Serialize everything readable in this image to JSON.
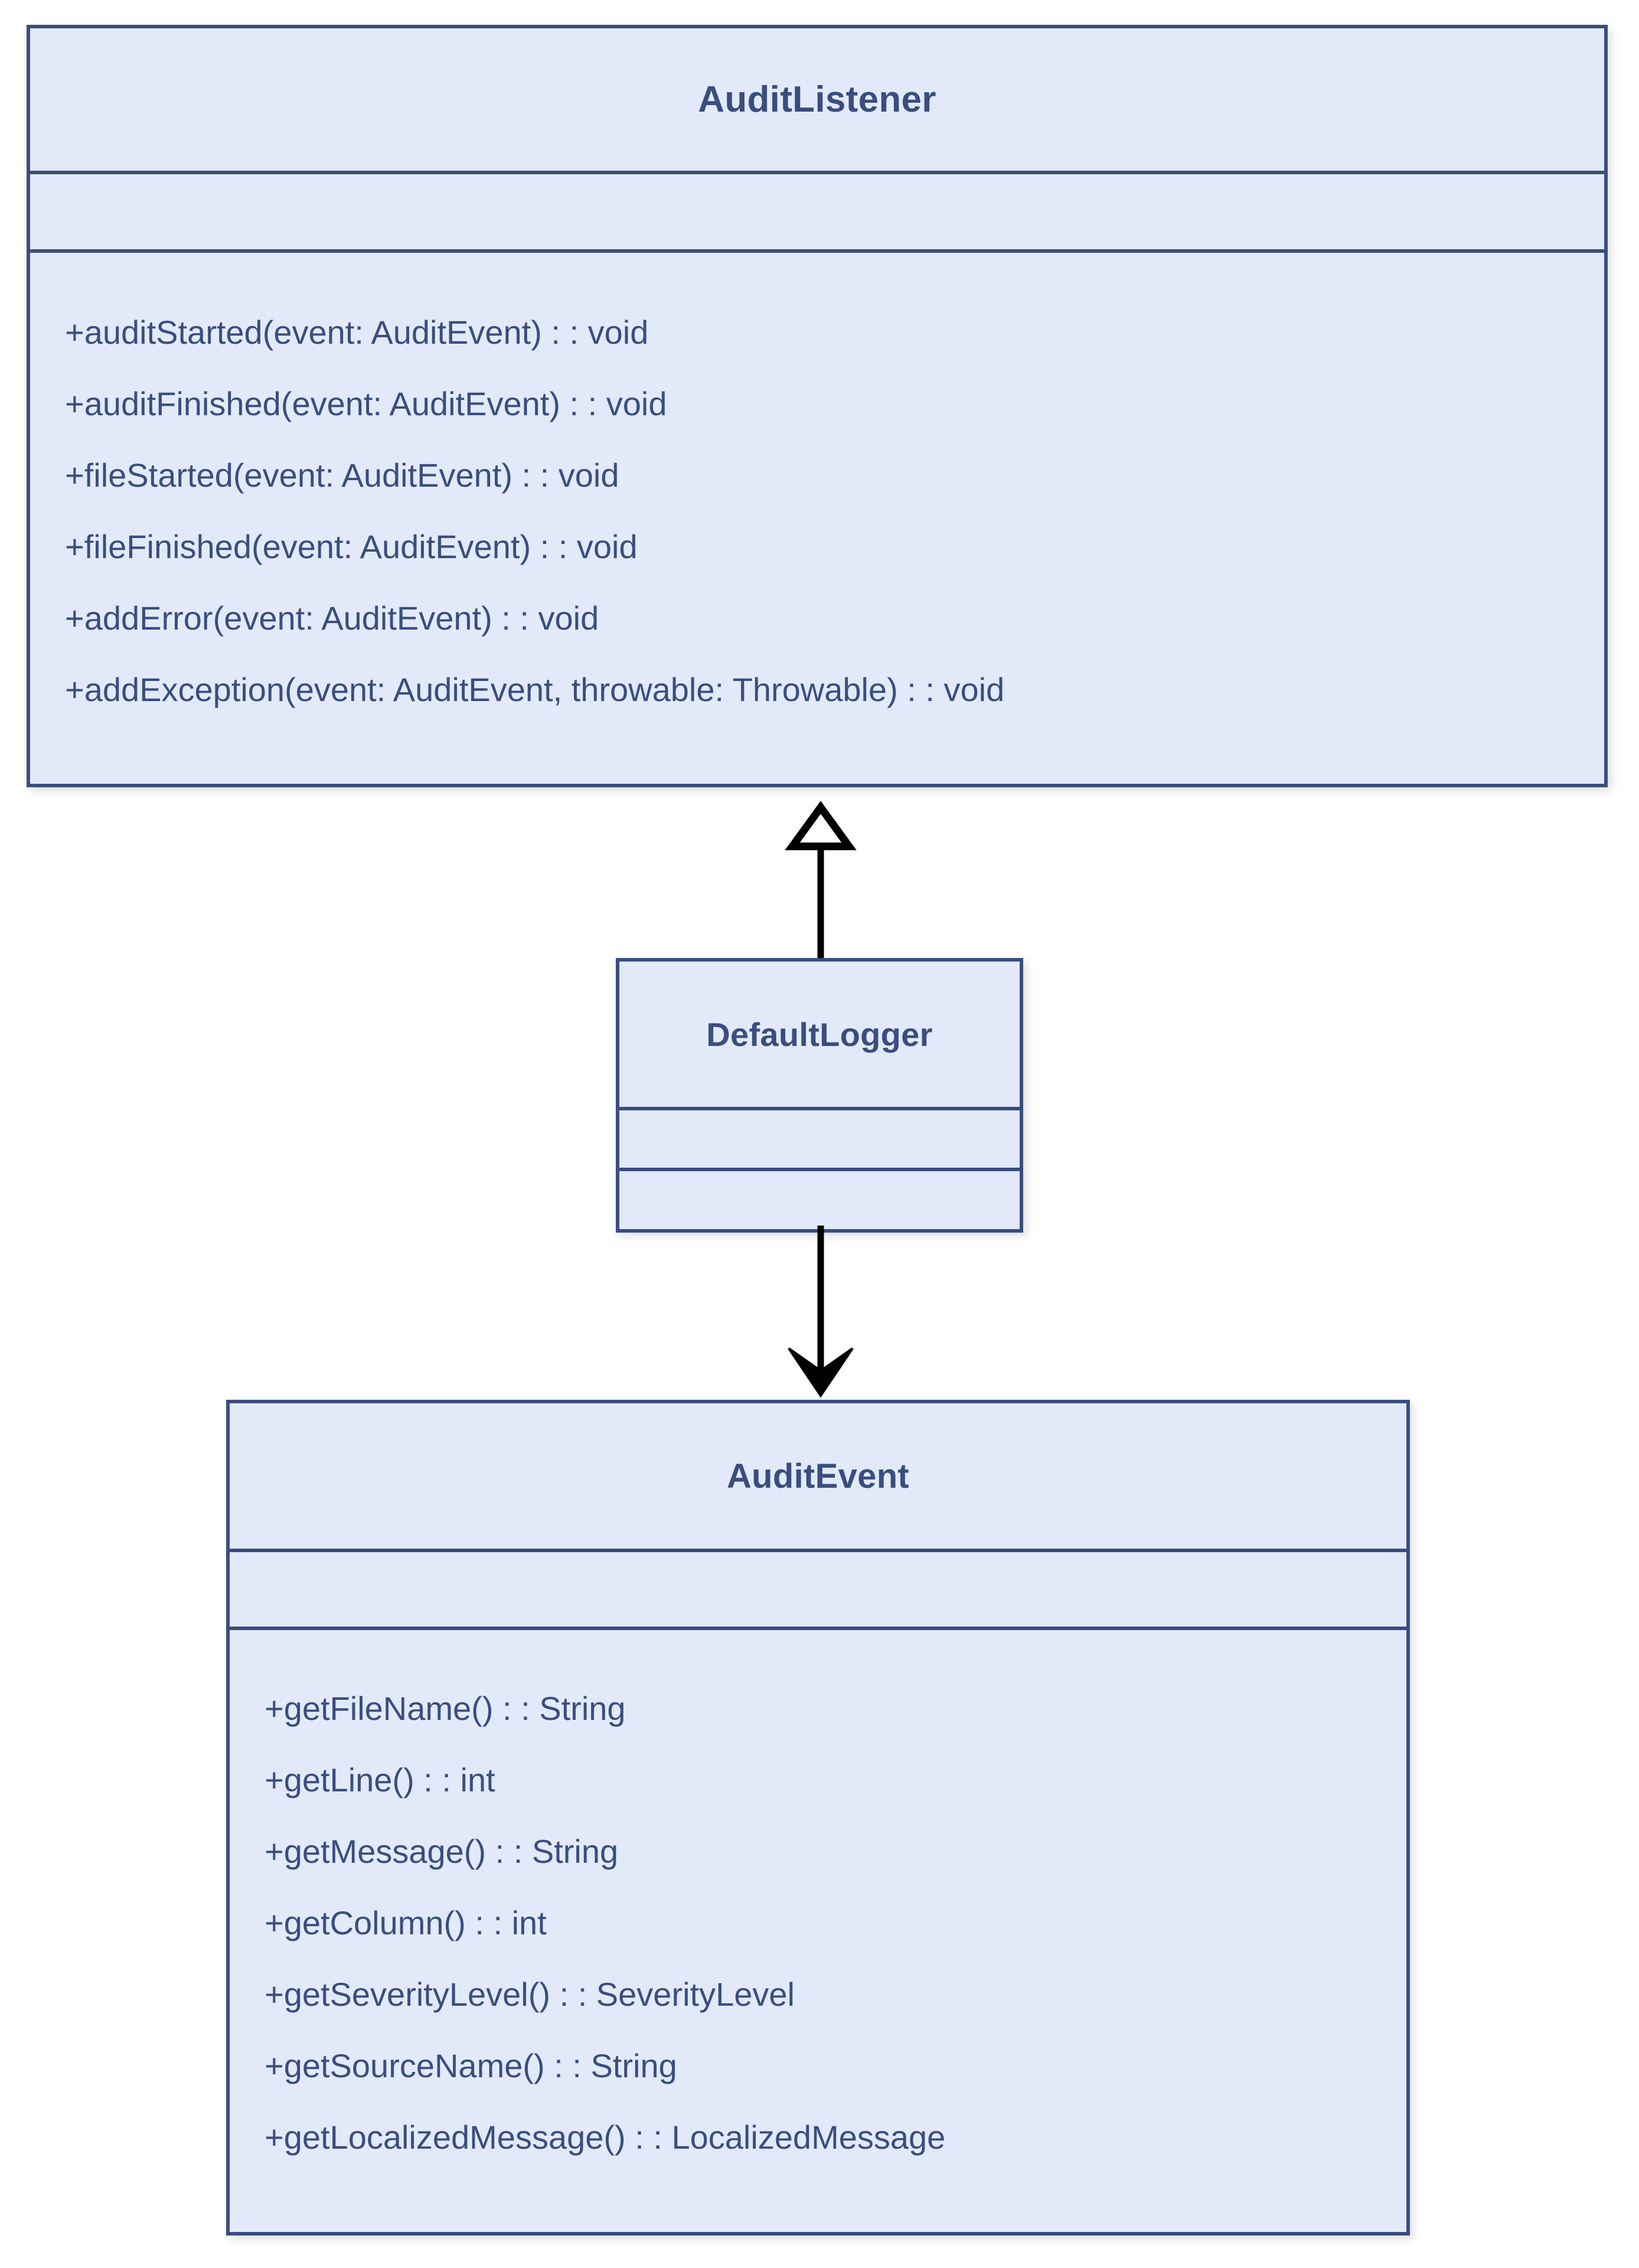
{
  "diagram": {
    "type": "uml-class-diagram",
    "background_color": "#ffffff",
    "class_fill_color": "#e2e9f8",
    "class_border_color": "#3a4e7e",
    "text_color": "#3a4e7e",
    "connector_color": "#000000"
  },
  "classes": {
    "audit_listener": {
      "name": "AuditListener",
      "attributes": [],
      "methods": [
        "+auditStarted(event: AuditEvent) : : void",
        "+auditFinished(event: AuditEvent) : : void",
        "+fileStarted(event: AuditEvent) : : void",
        "+fileFinished(event: AuditEvent) : : void",
        "+addError(event: AuditEvent) : : void",
        "+addException(event: AuditEvent, throwable: Throwable) : : void"
      ]
    },
    "default_logger": {
      "name": "DefaultLogger",
      "attributes": [],
      "methods": []
    },
    "audit_event": {
      "name": "AuditEvent",
      "attributes": [],
      "methods": [
        "+getFileName() : : String",
        "+getLine() : : int",
        "+getMessage() : : String",
        "+getColumn() : : int",
        "+getSeverityLevel() : : SeverityLevel",
        "+getSourceName() : : String",
        "+getLocalizedMessage() : : LocalizedMessage"
      ]
    }
  },
  "connectors": [
    {
      "id": "inheritance",
      "kind": "generalization",
      "arrowhead": "hollow-triangle",
      "from": "DefaultLogger",
      "to": "AuditListener",
      "direction": "up"
    },
    {
      "id": "dependency",
      "kind": "association",
      "arrowhead": "open-filled-v",
      "from": "DefaultLogger",
      "to": "AuditEvent",
      "direction": "down"
    }
  ]
}
